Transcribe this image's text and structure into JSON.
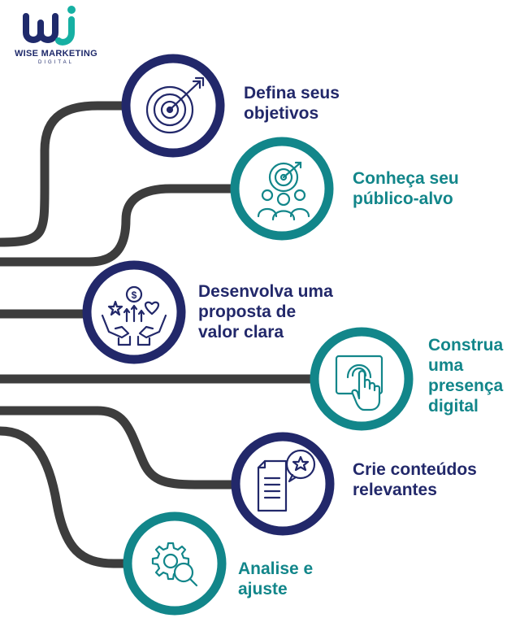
{
  "brand": {
    "name": "WISE MARKETING",
    "sub": "DIGITAL",
    "colors": {
      "navy": "#22286a",
      "teal": "#12868a",
      "connector": "#3d3d3d"
    }
  },
  "steps": [
    {
      "label_lines": [
        "Defina seus",
        "objetivos"
      ],
      "icon": "target-icon",
      "color": "navy"
    },
    {
      "label_lines": [
        "Conheça seu",
        "público-alvo"
      ],
      "icon": "audience-target-icon",
      "color": "teal"
    },
    {
      "label_lines": [
        "Desenvolva uma",
        "proposta de",
        "valor clara"
      ],
      "icon": "value-proposition-hands-icon",
      "color": "navy"
    },
    {
      "label_lines": [
        "Construa",
        "uma",
        "presença",
        "digital"
      ],
      "icon": "touchscreen-hand-icon",
      "color": "teal"
    },
    {
      "label_lines": [
        "Crie conteúdos",
        "relevantes"
      ],
      "icon": "document-star-icon",
      "color": "navy"
    },
    {
      "label_lines": [
        "Analise e",
        "ajuste"
      ],
      "icon": "gear-magnifier-icon",
      "color": "teal"
    }
  ]
}
